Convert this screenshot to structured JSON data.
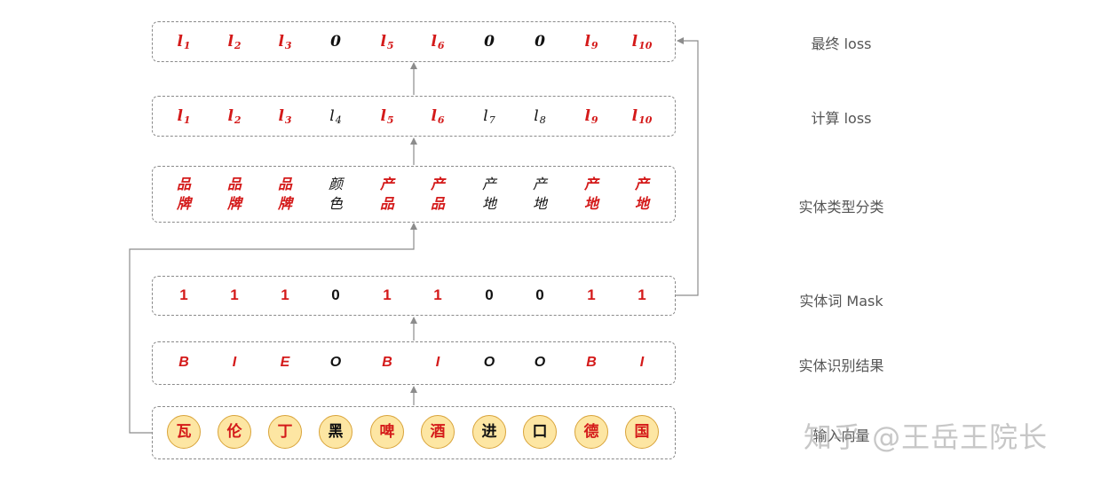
{
  "rows": {
    "final_loss": {
      "label": "最终 loss",
      "items": [
        {
          "base": "l",
          "sub": "1",
          "color": "red"
        },
        {
          "base": "l",
          "sub": "2",
          "color": "red"
        },
        {
          "base": "l",
          "sub": "3",
          "color": "red"
        },
        {
          "base": "0",
          "sub": "",
          "color": "black"
        },
        {
          "base": "l",
          "sub": "5",
          "color": "red"
        },
        {
          "base": "l",
          "sub": "6",
          "color": "red"
        },
        {
          "base": "0",
          "sub": "",
          "color": "black"
        },
        {
          "base": "0",
          "sub": "",
          "color": "black"
        },
        {
          "base": "l",
          "sub": "9",
          "color": "red"
        },
        {
          "base": "l",
          "sub": "10",
          "color": "red"
        }
      ]
    },
    "compute_loss": {
      "label": "计算 loss",
      "items": [
        {
          "base": "l",
          "sub": "1",
          "color": "red"
        },
        {
          "base": "l",
          "sub": "2",
          "color": "red"
        },
        {
          "base": "l",
          "sub": "3",
          "color": "red"
        },
        {
          "base": "l",
          "sub": "4",
          "color": "black"
        },
        {
          "base": "l",
          "sub": "5",
          "color": "red"
        },
        {
          "base": "l",
          "sub": "6",
          "color": "red"
        },
        {
          "base": "l",
          "sub": "7",
          "color": "black"
        },
        {
          "base": "l",
          "sub": "8",
          "color": "black"
        },
        {
          "base": "l",
          "sub": "9",
          "color": "red"
        },
        {
          "base": "l",
          "sub": "10",
          "color": "red"
        }
      ]
    },
    "entity_type": {
      "label": "实体类型分类",
      "items": [
        {
          "line1": "品",
          "line2": "牌",
          "color": "red"
        },
        {
          "line1": "品",
          "line2": "牌",
          "color": "red"
        },
        {
          "line1": "品",
          "line2": "牌",
          "color": "red"
        },
        {
          "line1": "颜",
          "line2": "色",
          "color": "black"
        },
        {
          "line1": "产",
          "line2": "品",
          "color": "red"
        },
        {
          "line1": "产",
          "line2": "品",
          "color": "red"
        },
        {
          "line1": "产",
          "line2": "地",
          "color": "black"
        },
        {
          "line1": "产",
          "line2": "地",
          "color": "black"
        },
        {
          "line1": "产",
          "line2": "地",
          "color": "red"
        },
        {
          "line1": "产",
          "line2": "地",
          "color": "red"
        }
      ]
    },
    "entity_mask": {
      "label": "实体词 Mask",
      "items": [
        {
          "text": "1",
          "color": "red"
        },
        {
          "text": "1",
          "color": "red"
        },
        {
          "text": "1",
          "color": "red"
        },
        {
          "text": "0",
          "color": "black"
        },
        {
          "text": "1",
          "color": "red"
        },
        {
          "text": "1",
          "color": "red"
        },
        {
          "text": "0",
          "color": "black"
        },
        {
          "text": "0",
          "color": "black"
        },
        {
          "text": "1",
          "color": "red"
        },
        {
          "text": "1",
          "color": "red"
        }
      ]
    },
    "entity_recognition": {
      "label": "实体识别结果",
      "items": [
        {
          "text": "B",
          "color": "red"
        },
        {
          "text": "I",
          "color": "red"
        },
        {
          "text": "E",
          "color": "red"
        },
        {
          "text": "O",
          "color": "black"
        },
        {
          "text": "B",
          "color": "red"
        },
        {
          "text": "I",
          "color": "red"
        },
        {
          "text": "O",
          "color": "black"
        },
        {
          "text": "O",
          "color": "black"
        },
        {
          "text": "B",
          "color": "red"
        },
        {
          "text": "I",
          "color": "red"
        }
      ]
    },
    "input_vector": {
      "label": "输入向量",
      "items": [
        {
          "text": "瓦",
          "color": "red"
        },
        {
          "text": "伦",
          "color": "red"
        },
        {
          "text": "丁",
          "color": "red"
        },
        {
          "text": "黑",
          "color": "black"
        },
        {
          "text": "啤",
          "color": "red"
        },
        {
          "text": "酒",
          "color": "red"
        },
        {
          "text": "进",
          "color": "black"
        },
        {
          "text": "口",
          "color": "black"
        },
        {
          "text": "德",
          "color": "red"
        },
        {
          "text": "国",
          "color": "red"
        }
      ]
    }
  },
  "watermark": "知乎 @王岳王院长",
  "colors": {
    "red": "#d41a1a",
    "black": "#111111",
    "circle_fill": "#fde6a3",
    "circle_border": "#d9a43a",
    "arrow": "#8c8c8c"
  }
}
